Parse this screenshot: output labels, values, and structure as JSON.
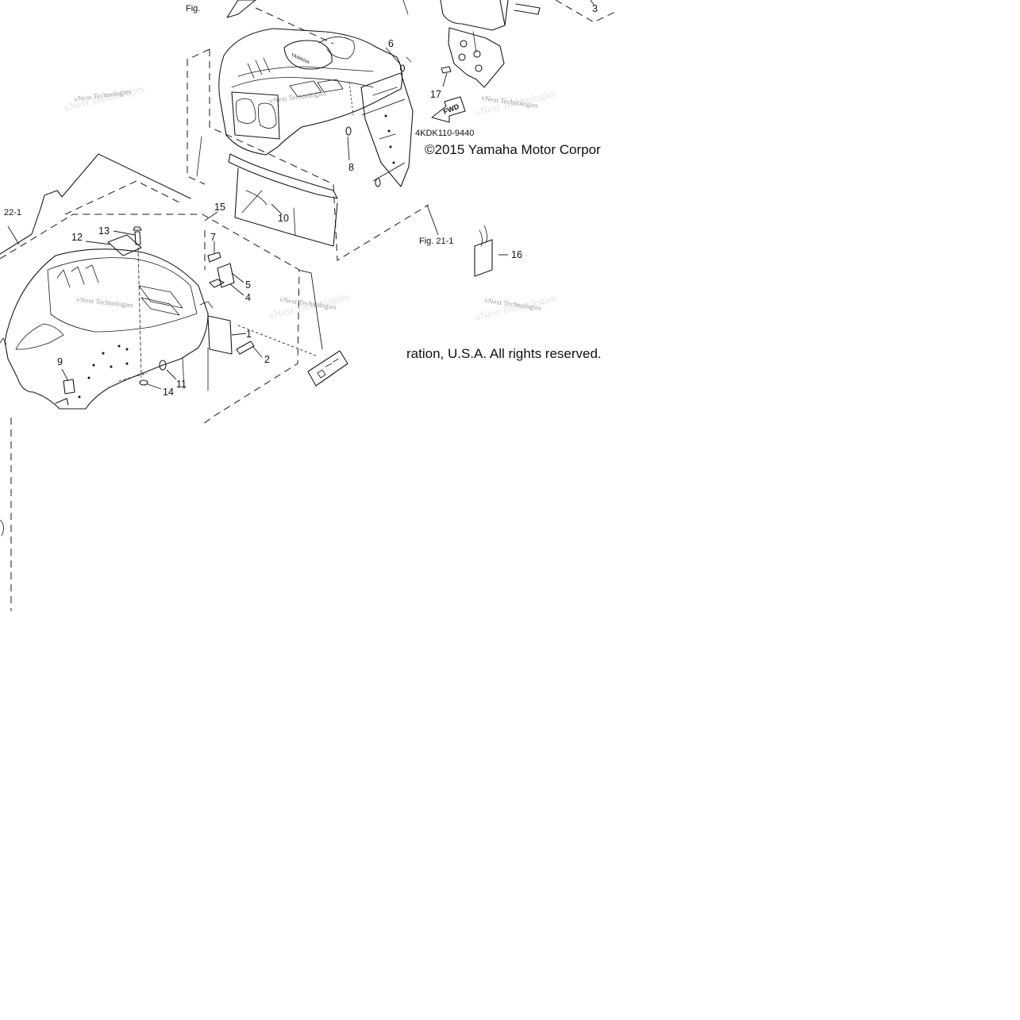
{
  "figure": {
    "fig_label": "Fig.",
    "fig_ref_lower": "Fig. 21-1",
    "fig_ref_left": "22-1",
    "part_code": "4KDK110-9440",
    "copyright_line1": "©2015 Yamaha Motor Corpor",
    "copyright_line2": "ration, U.S.A. All rights reserved.",
    "fwd_label": "FWD",
    "brand_label": "YAMAHA",
    "watermark": "vNext Technologies"
  },
  "callouts": [
    "1",
    "2",
    "3",
    "4",
    "5",
    "6",
    "7",
    "8",
    "9",
    "10",
    "11",
    "12",
    "13",
    "14",
    "15",
    "16",
    "17"
  ]
}
